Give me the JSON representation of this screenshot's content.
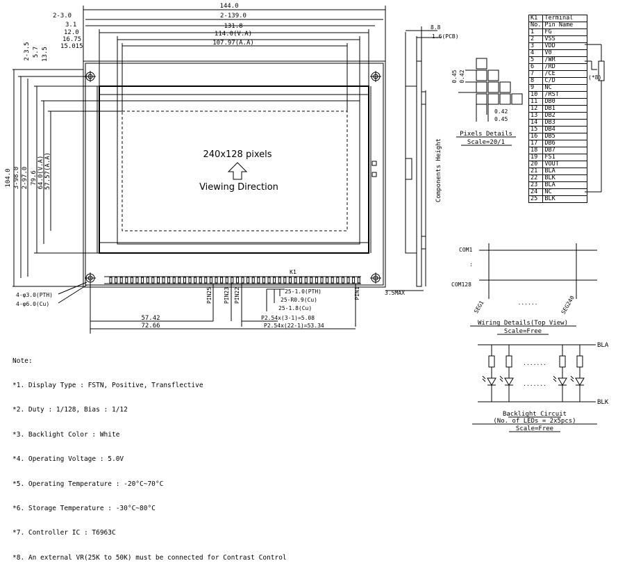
{
  "dimensions": {
    "d144": "144.0",
    "d2_139": "2-139.0",
    "d2_3": "2-3.0",
    "d3_1": "3.1",
    "d131_8": "131.8",
    "d12": "12.0",
    "d114": "114.0(V.A)",
    "d16_75": "16.75",
    "d15_015": "15.015",
    "d107_97": "107.97(A.A)",
    "d2_3_5": "2-3.5",
    "d5_7": "5.7",
    "d13_5": "13.5",
    "d104": "104.0",
    "d3_98": "3-98.0",
    "d2_97": "2-97.0",
    "d79_6": "79.6",
    "d64": "64.0(V.A)",
    "d57_57": "57.57(A.A)",
    "d8_8": "8.8",
    "d1_6": "1.6(PCB)",
    "d3_5max": "3.5MAX",
    "d57_42": "57.42",
    "d72_66": "72.66",
    "d_p254_a": "P2.54x(3-1)=5.08",
    "d_p254_b": "P2.54x(22-1)=53.34",
    "d25_1": "25-1.0(PTH)",
    "d25_r": "25-R0.9(Cu)",
    "d25_18": "25-1.8(Cu)",
    "hole_pth": "4-φ3.0(PTH)",
    "hole_cu": "4-φ6.0(Cu)",
    "px_042": "0.42",
    "px_045": "0.45",
    "px_042b": "0.42",
    "px_045b": "0.45"
  },
  "labels": {
    "pixels": "240x128 pixels",
    "viewing": "Viewing Direction",
    "components_height": "Components Height",
    "pin25": "PIN25",
    "pin23": "PIN23",
    "pin22": "PIN22",
    "pin1": "PIN1",
    "k1": "K1",
    "pixels_details": "Pixels Details",
    "pixels_scale": "Scale=20/1",
    "com1": "COM1",
    "com128": "COM128",
    "seg1": "SEG1",
    "seg240": "SEG240",
    "wiring_title": "Wiring Details(Top View)",
    "wiring_scale": "Scale=Free",
    "bla": "BLA",
    "blk": "BLK",
    "backlight_title": "Backlight Circuit",
    "backlight_sub": "(No. of LEDs = 2x5pcs)",
    "backlight_scale": "Scale=Free",
    "vr_note": "(*8)"
  },
  "terminal": {
    "header_k1": "K1",
    "header_terminal": "Terminal",
    "col_no": "No.",
    "col_name": "Pin Name",
    "pins": [
      {
        "no": "1",
        "name": "FG"
      },
      {
        "no": "2",
        "name": "VSS"
      },
      {
        "no": "3",
        "name": "VDD"
      },
      {
        "no": "4",
        "name": "V0"
      },
      {
        "no": "5",
        "name": "/WR"
      },
      {
        "no": "6",
        "name": "/RD"
      },
      {
        "no": "7",
        "name": "/CE"
      },
      {
        "no": "8",
        "name": "C/D"
      },
      {
        "no": "9",
        "name": "NC"
      },
      {
        "no": "10",
        "name": "/RST"
      },
      {
        "no": "11",
        "name": "DB0"
      },
      {
        "no": "12",
        "name": "DB1"
      },
      {
        "no": "13",
        "name": "DB2"
      },
      {
        "no": "14",
        "name": "DB3"
      },
      {
        "no": "15",
        "name": "DB4"
      },
      {
        "no": "16",
        "name": "DB5"
      },
      {
        "no": "17",
        "name": "DB6"
      },
      {
        "no": "18",
        "name": "DB7"
      },
      {
        "no": "19",
        "name": "FS1"
      },
      {
        "no": "20",
        "name": "VOUT"
      },
      {
        "no": "21",
        "name": "BLA"
      },
      {
        "no": "22",
        "name": "BLK"
      },
      {
        "no": "23",
        "name": "BLA"
      },
      {
        "no": "24",
        "name": "NC"
      },
      {
        "no": "25",
        "name": "BLK"
      }
    ]
  },
  "notes": {
    "title": "Note:",
    "items": [
      "*1. Display Type : FSTN, Positive, Transflective",
      "*2. Duty : 1/128, Bias : 1/12",
      "*3. Backlight Color : White",
      "*4. Operating Voltage : 5.0V",
      "*5. Operating Temperature : -20°C~70°C",
      "*6. Storage Temperature : -30°C~80°C",
      "*7. Controller IC : T6963C",
      "*8. An external VR(25K to 50K) must be connected for Contrast Control"
    ]
  }
}
